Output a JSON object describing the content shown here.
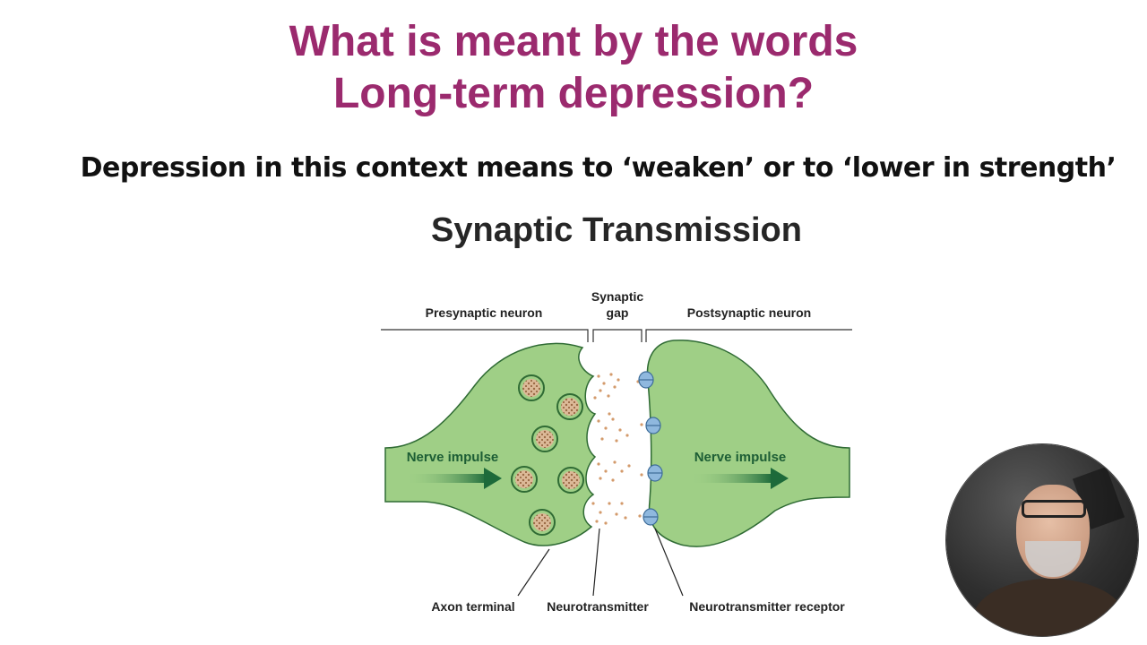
{
  "slide": {
    "title_line1": "What is meant by the words",
    "title_line2": "Long-term depression?",
    "subtitle": "Depression in this context means to ‘weaken’ or to ‘lower in strength’",
    "diagram_title": "Synaptic Transmission"
  },
  "diagram": {
    "presynaptic_label": "Presynaptic neuron",
    "gap_label_line1": "Synaptic",
    "gap_label_line2": "gap",
    "postsynaptic_label": "Postsynaptic neuron",
    "impulse_left": "Nerve impulse",
    "impulse_right": "Nerve impulse",
    "axon_terminal_label": "Axon terminal",
    "neurotransmitter_label": "Neurotransmitter",
    "receptor_label": "Neurotransmitter receptor",
    "colors": {
      "neuron_fill": "#9fcf86",
      "neuron_stroke": "#2f6b34",
      "vesicle_fill": "#c6a07c",
      "receptor_fill": "#8fb8de",
      "arrow": "#1d6a3a",
      "title": "#9b2a6e"
    }
  },
  "webcam": {
    "icon": "presenter-webcam"
  }
}
